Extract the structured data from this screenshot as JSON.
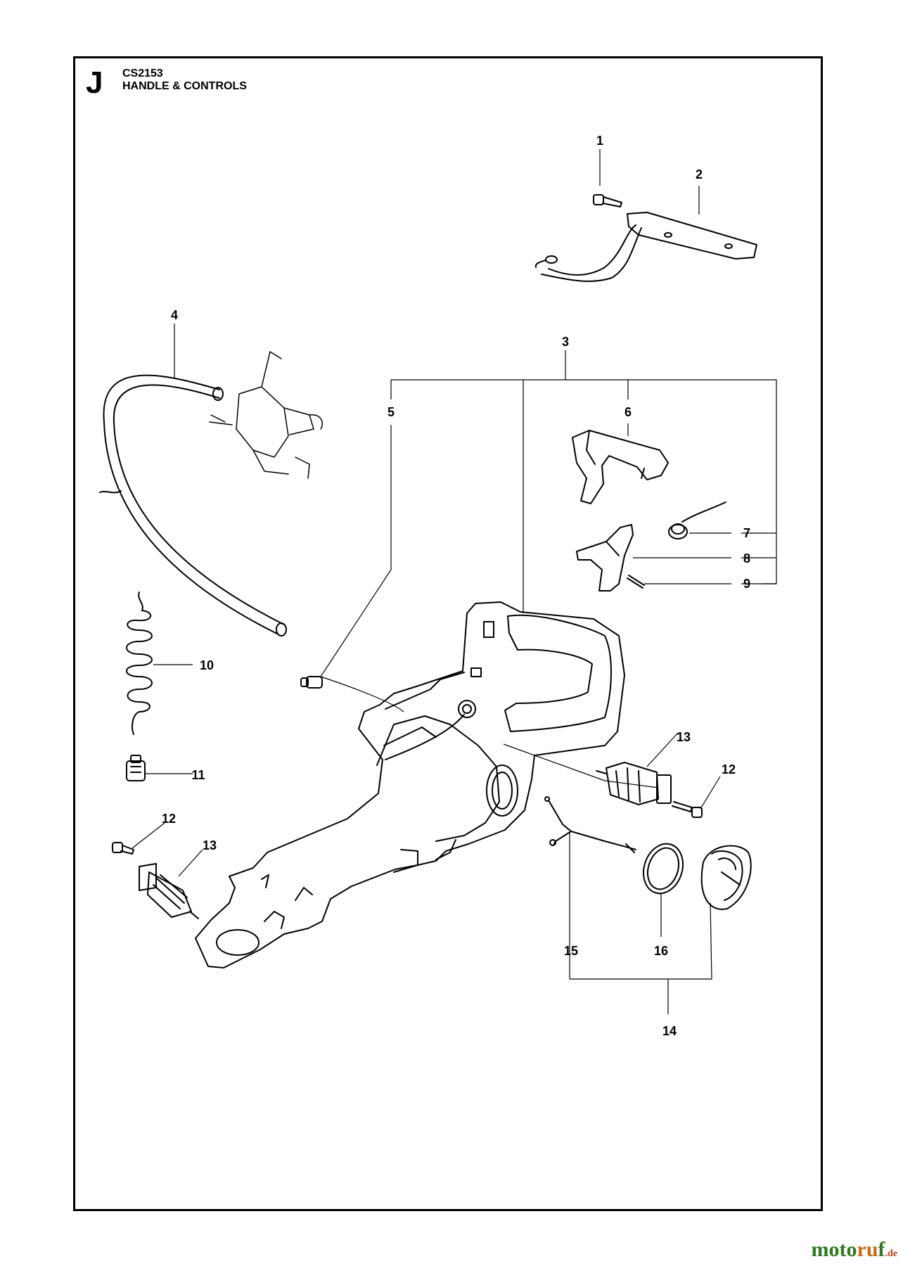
{
  "header": {
    "section_letter": "J",
    "model": "CS2153",
    "title": "HANDLE & CONTROLS"
  },
  "callouts": {
    "c1": "1",
    "c2": "2",
    "c3": "3",
    "c4": "4",
    "c5": "5",
    "c6": "6",
    "c7": "7",
    "c8": "8",
    "c9": "9",
    "c10": "10",
    "c11": "11",
    "c12a": "12",
    "c12b": "12",
    "c13a": "13",
    "c13b": "13",
    "c14": "14",
    "c15": "15",
    "c16": "16"
  },
  "watermark": {
    "part_a": "moto",
    "part_b": "ru",
    "part_c": "f",
    "part_d": ".de"
  }
}
